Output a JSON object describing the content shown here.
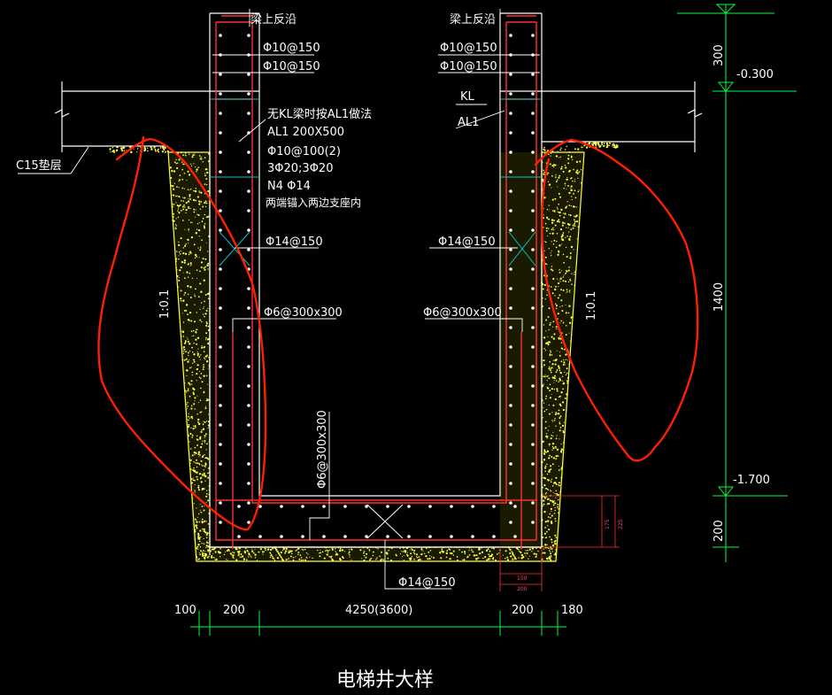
{
  "title": "电梯井大样",
  "labels": {
    "beam_up_left": "梁上反沿",
    "beam_up_right": "梁上反沿",
    "phi10_150_a_left": "Φ10@150",
    "phi10_150_b_left": "Φ10@150",
    "phi10_150_a_right": "Φ10@150",
    "phi10_150_b_right": "Φ10@150",
    "kl_note": "无KL梁时按AL1做法",
    "al1_size": "AL1 200X500",
    "stirrup": "Φ10@100(2)",
    "main_bar": "3Φ20;3Φ20",
    "waist_bar": "N4 Φ14",
    "anchor_note": "两端锚入两边支座内",
    "kl": "KL",
    "al1": "AL1",
    "c15": "C15垫层",
    "phi14_150_left": "Φ14@150",
    "phi14_150_right": "Φ14@150",
    "phi6_left": "Φ6@300x300",
    "phi6_right": "Φ6@300x300",
    "phi6_vertical": "Φ6@300x300",
    "phi14_150_bottom": "Φ14@150",
    "slope_left": "1:0.1",
    "slope_right": "1:0.1",
    "elev_top": "-0.300",
    "elev_bottom": "-1.700",
    "dim_right_300": "300",
    "dim_right_1400": "1400",
    "dim_right_200": "200",
    "dim_100": "100",
    "dim_200_left": "200",
    "dim_4250": "4250(3600)",
    "dim_200_right": "200",
    "dim_180": "180",
    "small_dim_a": "175",
    "small_dim_b": "225",
    "small_dim_c": "150",
    "small_dim_d": "200"
  },
  "colors": {
    "background": "#000000",
    "wall": "#ff3030",
    "outline": "#ffffff",
    "concrete": "#ffff40",
    "dimension": "#00ff40",
    "section_cut": "#00c8d0",
    "annotation": "#ff2000"
  }
}
